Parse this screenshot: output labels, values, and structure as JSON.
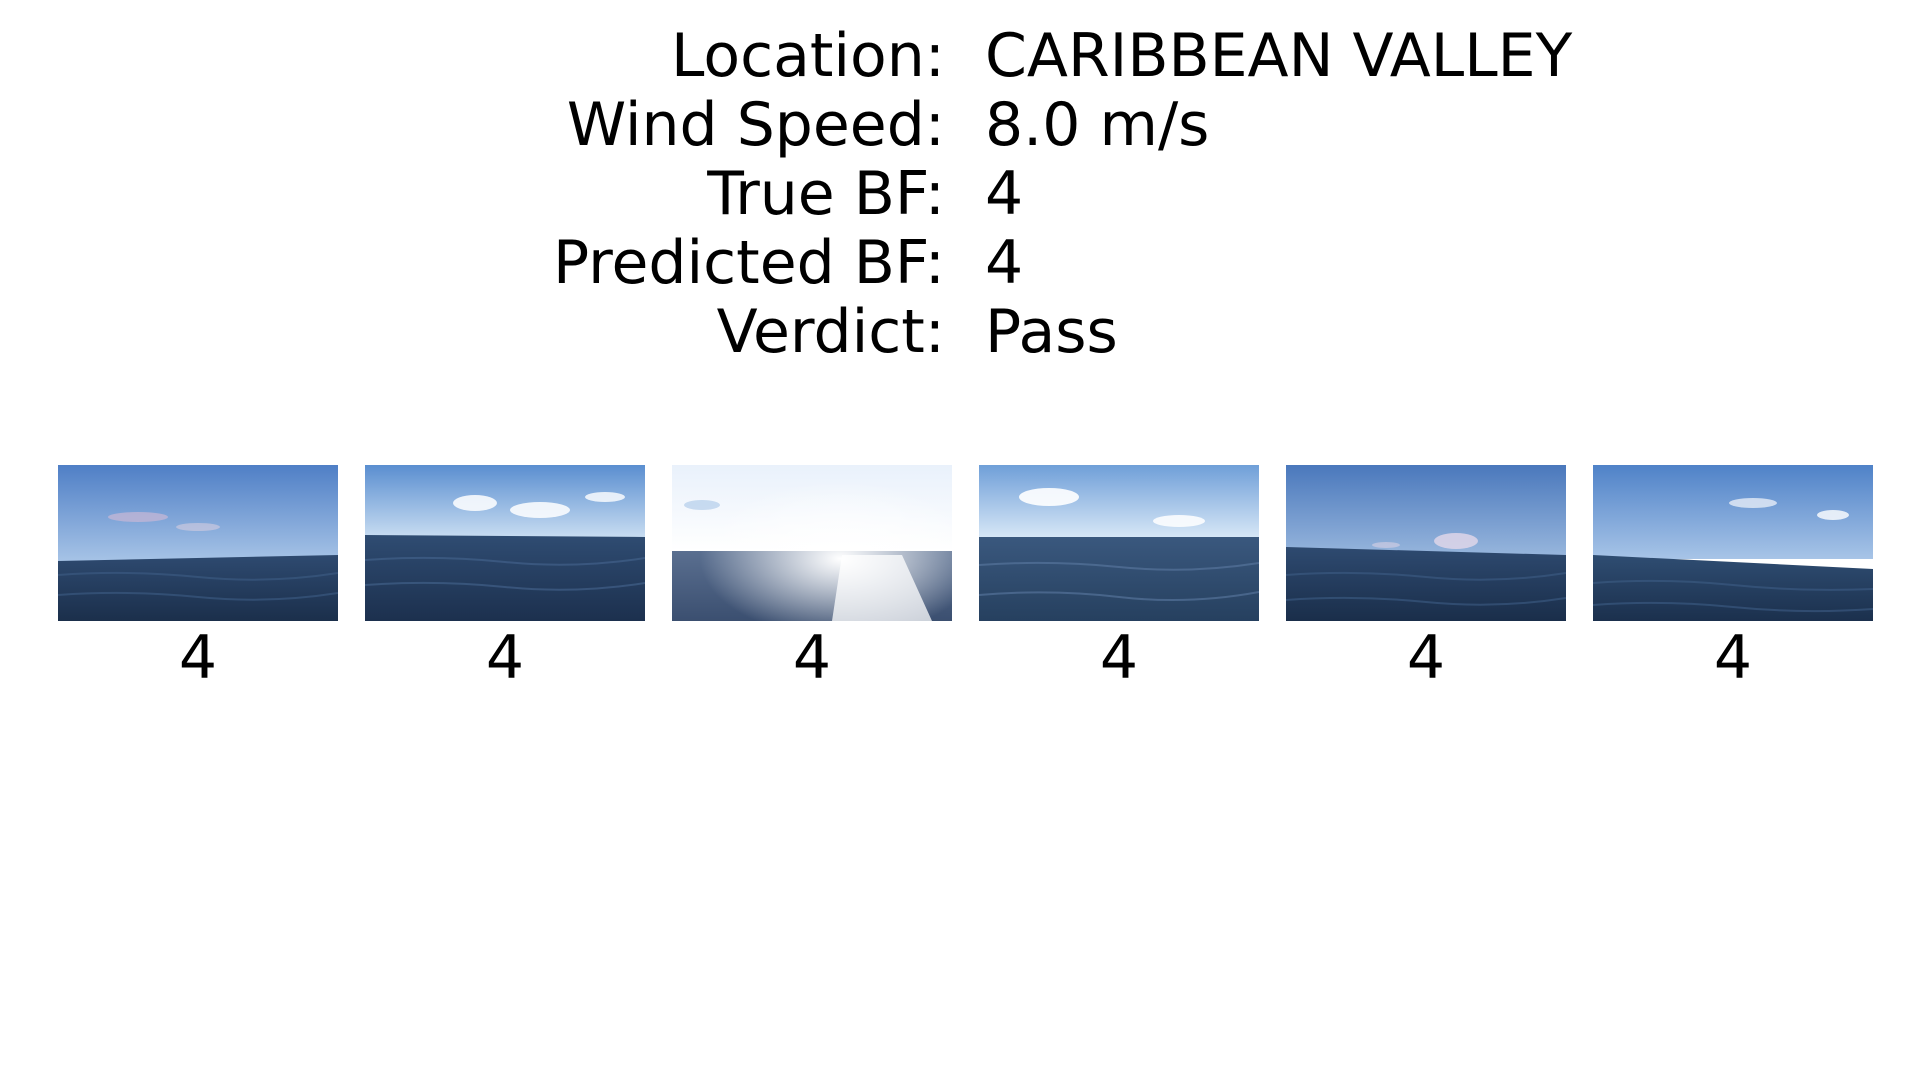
{
  "info": {
    "rows": [
      {
        "label": "Location:",
        "value": "CARIBBEAN VALLEY"
      },
      {
        "label": "Wind Speed:",
        "value": "8.0 m/s"
      },
      {
        "label": "True BF:",
        "value": "4"
      },
      {
        "label": "Predicted BF:",
        "value": "4"
      },
      {
        "label": "Verdict:",
        "value": "Pass"
      }
    ]
  },
  "thumbnails": [
    {
      "caption": "4",
      "icon": "sea-horizon-photo"
    },
    {
      "caption": "4",
      "icon": "sea-horizon-photo"
    },
    {
      "caption": "4",
      "icon": "sea-horizon-sun-glare-photo"
    },
    {
      "caption": "4",
      "icon": "sea-horizon-photo"
    },
    {
      "caption": "4",
      "icon": "sea-horizon-photo"
    },
    {
      "caption": "4",
      "icon": "sea-horizon-photo"
    }
  ],
  "colors": {
    "sky_top": "#4a7ec4",
    "sky_bottom": "#a9c8ea",
    "sea_top": "#2f4d72",
    "sea_bottom": "#1a2f4d",
    "text": "#000000",
    "background": "#ffffff"
  }
}
